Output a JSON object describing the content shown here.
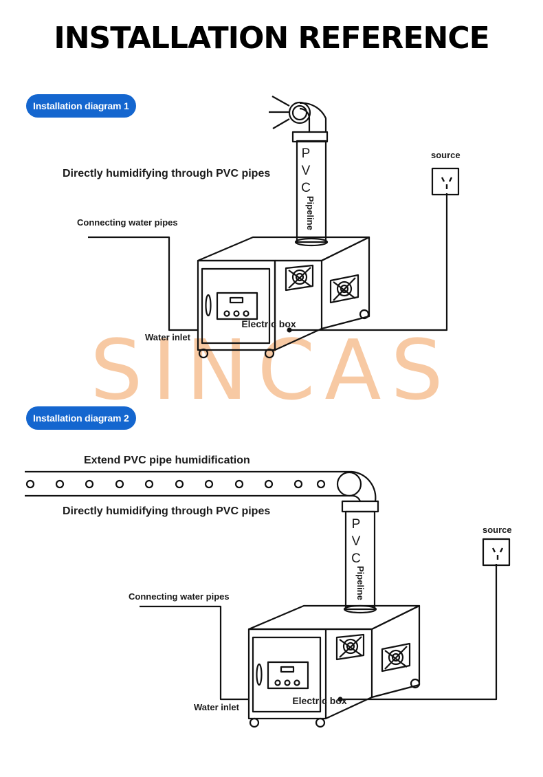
{
  "title": "INSTALLATION REFERENCE",
  "watermark": "SINCAS",
  "colors": {
    "pill": "#1466cf",
    "watermark": "#f7c9a3",
    "line": "#111111"
  },
  "diagram1": {
    "badge": "Installation diagram 1",
    "caption": "Directly humidifying through PVC pipes",
    "water_pipes": "Connecting water pipes",
    "water_inlet": "Water inlet",
    "source": "source",
    "electric_box": "Electric box",
    "pvc": [
      "P",
      "V",
      "C"
    ],
    "pipeline": "Pipeline"
  },
  "diagram2": {
    "badge": "Installation diagram 2",
    "extend": "Extend PVC pipe humidification",
    "caption": "Directly humidifying through PVC pipes",
    "water_pipes": "Connecting water pipes",
    "water_inlet": "Water inlet",
    "source": "source",
    "electric_box": "Electric box",
    "pvc": [
      "P",
      "V",
      "C"
    ],
    "pipeline": "Pipeline"
  }
}
